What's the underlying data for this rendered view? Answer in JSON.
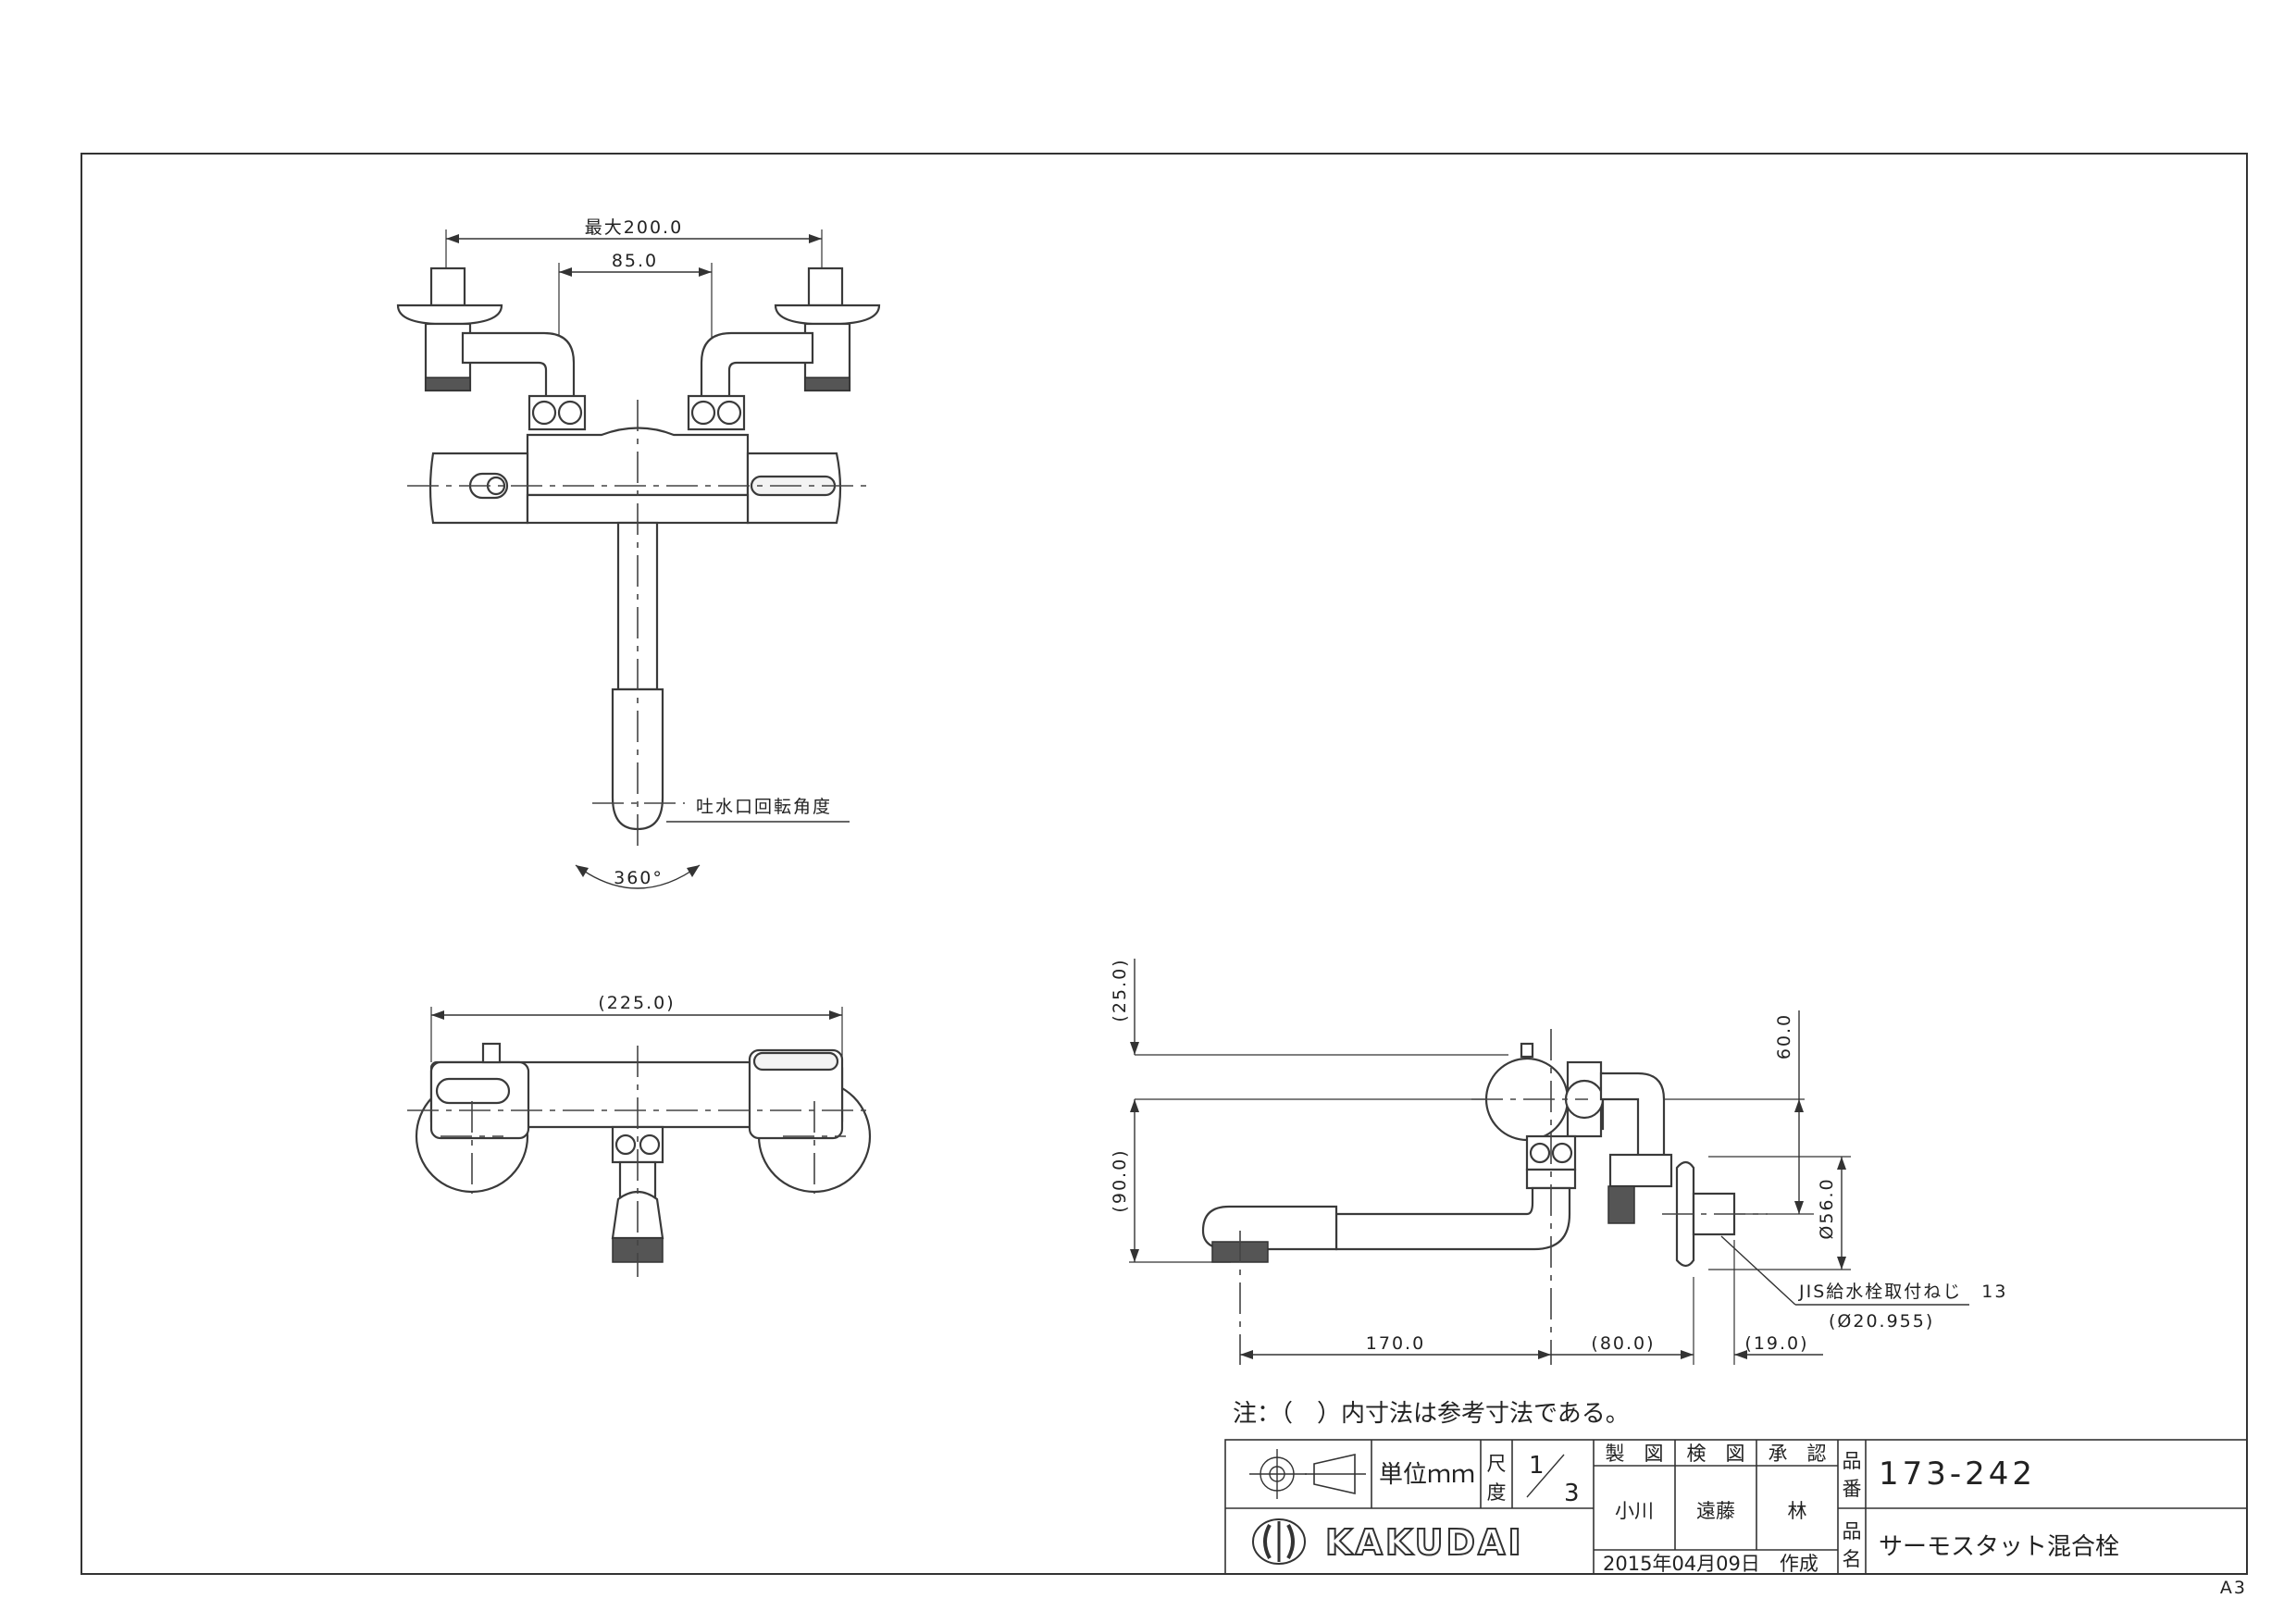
{
  "sheet": {
    "size_code": "A3",
    "note": "注：（　）内寸法は参考寸法である。"
  },
  "top_view": {
    "dim_max_width": "最大200.0",
    "dim_center": "85.0",
    "leader_label": "吐水口回転角度",
    "rotation": "360°"
  },
  "front_view": {
    "dim_overall": "(225.0)"
  },
  "side_view": {
    "dim_top": "(25.0)",
    "dim_height": "(90.0)",
    "dim_60": "60.0",
    "dim_dia": "Ø56.0",
    "dim_170": "170.0",
    "dim_80": "(80.0)",
    "dim_19": "(19.0)",
    "thread_label": "JIS給水栓取付ねじ　13",
    "thread_dia": "(Ø20.955)"
  },
  "title_block": {
    "unit_label": "単位ｍｍ",
    "scale_label_1": "尺",
    "scale_label_2": "度",
    "scale_num": "1",
    "scale_den": "3",
    "drawn_label": "製　図",
    "checked_label": "検　図",
    "approved_label": "承　認",
    "drawn_by": "小川",
    "checked_by": "遠藤",
    "approved_by": "林",
    "part_no_label_1": "品",
    "part_no_label_2": "番",
    "part_name_label_1": "品",
    "part_name_label_2": "名",
    "part_no": "173-242",
    "part_name": "サーモスタット混合栓",
    "date": "2015年04月09日　作成",
    "company": "KAKUDAI"
  }
}
